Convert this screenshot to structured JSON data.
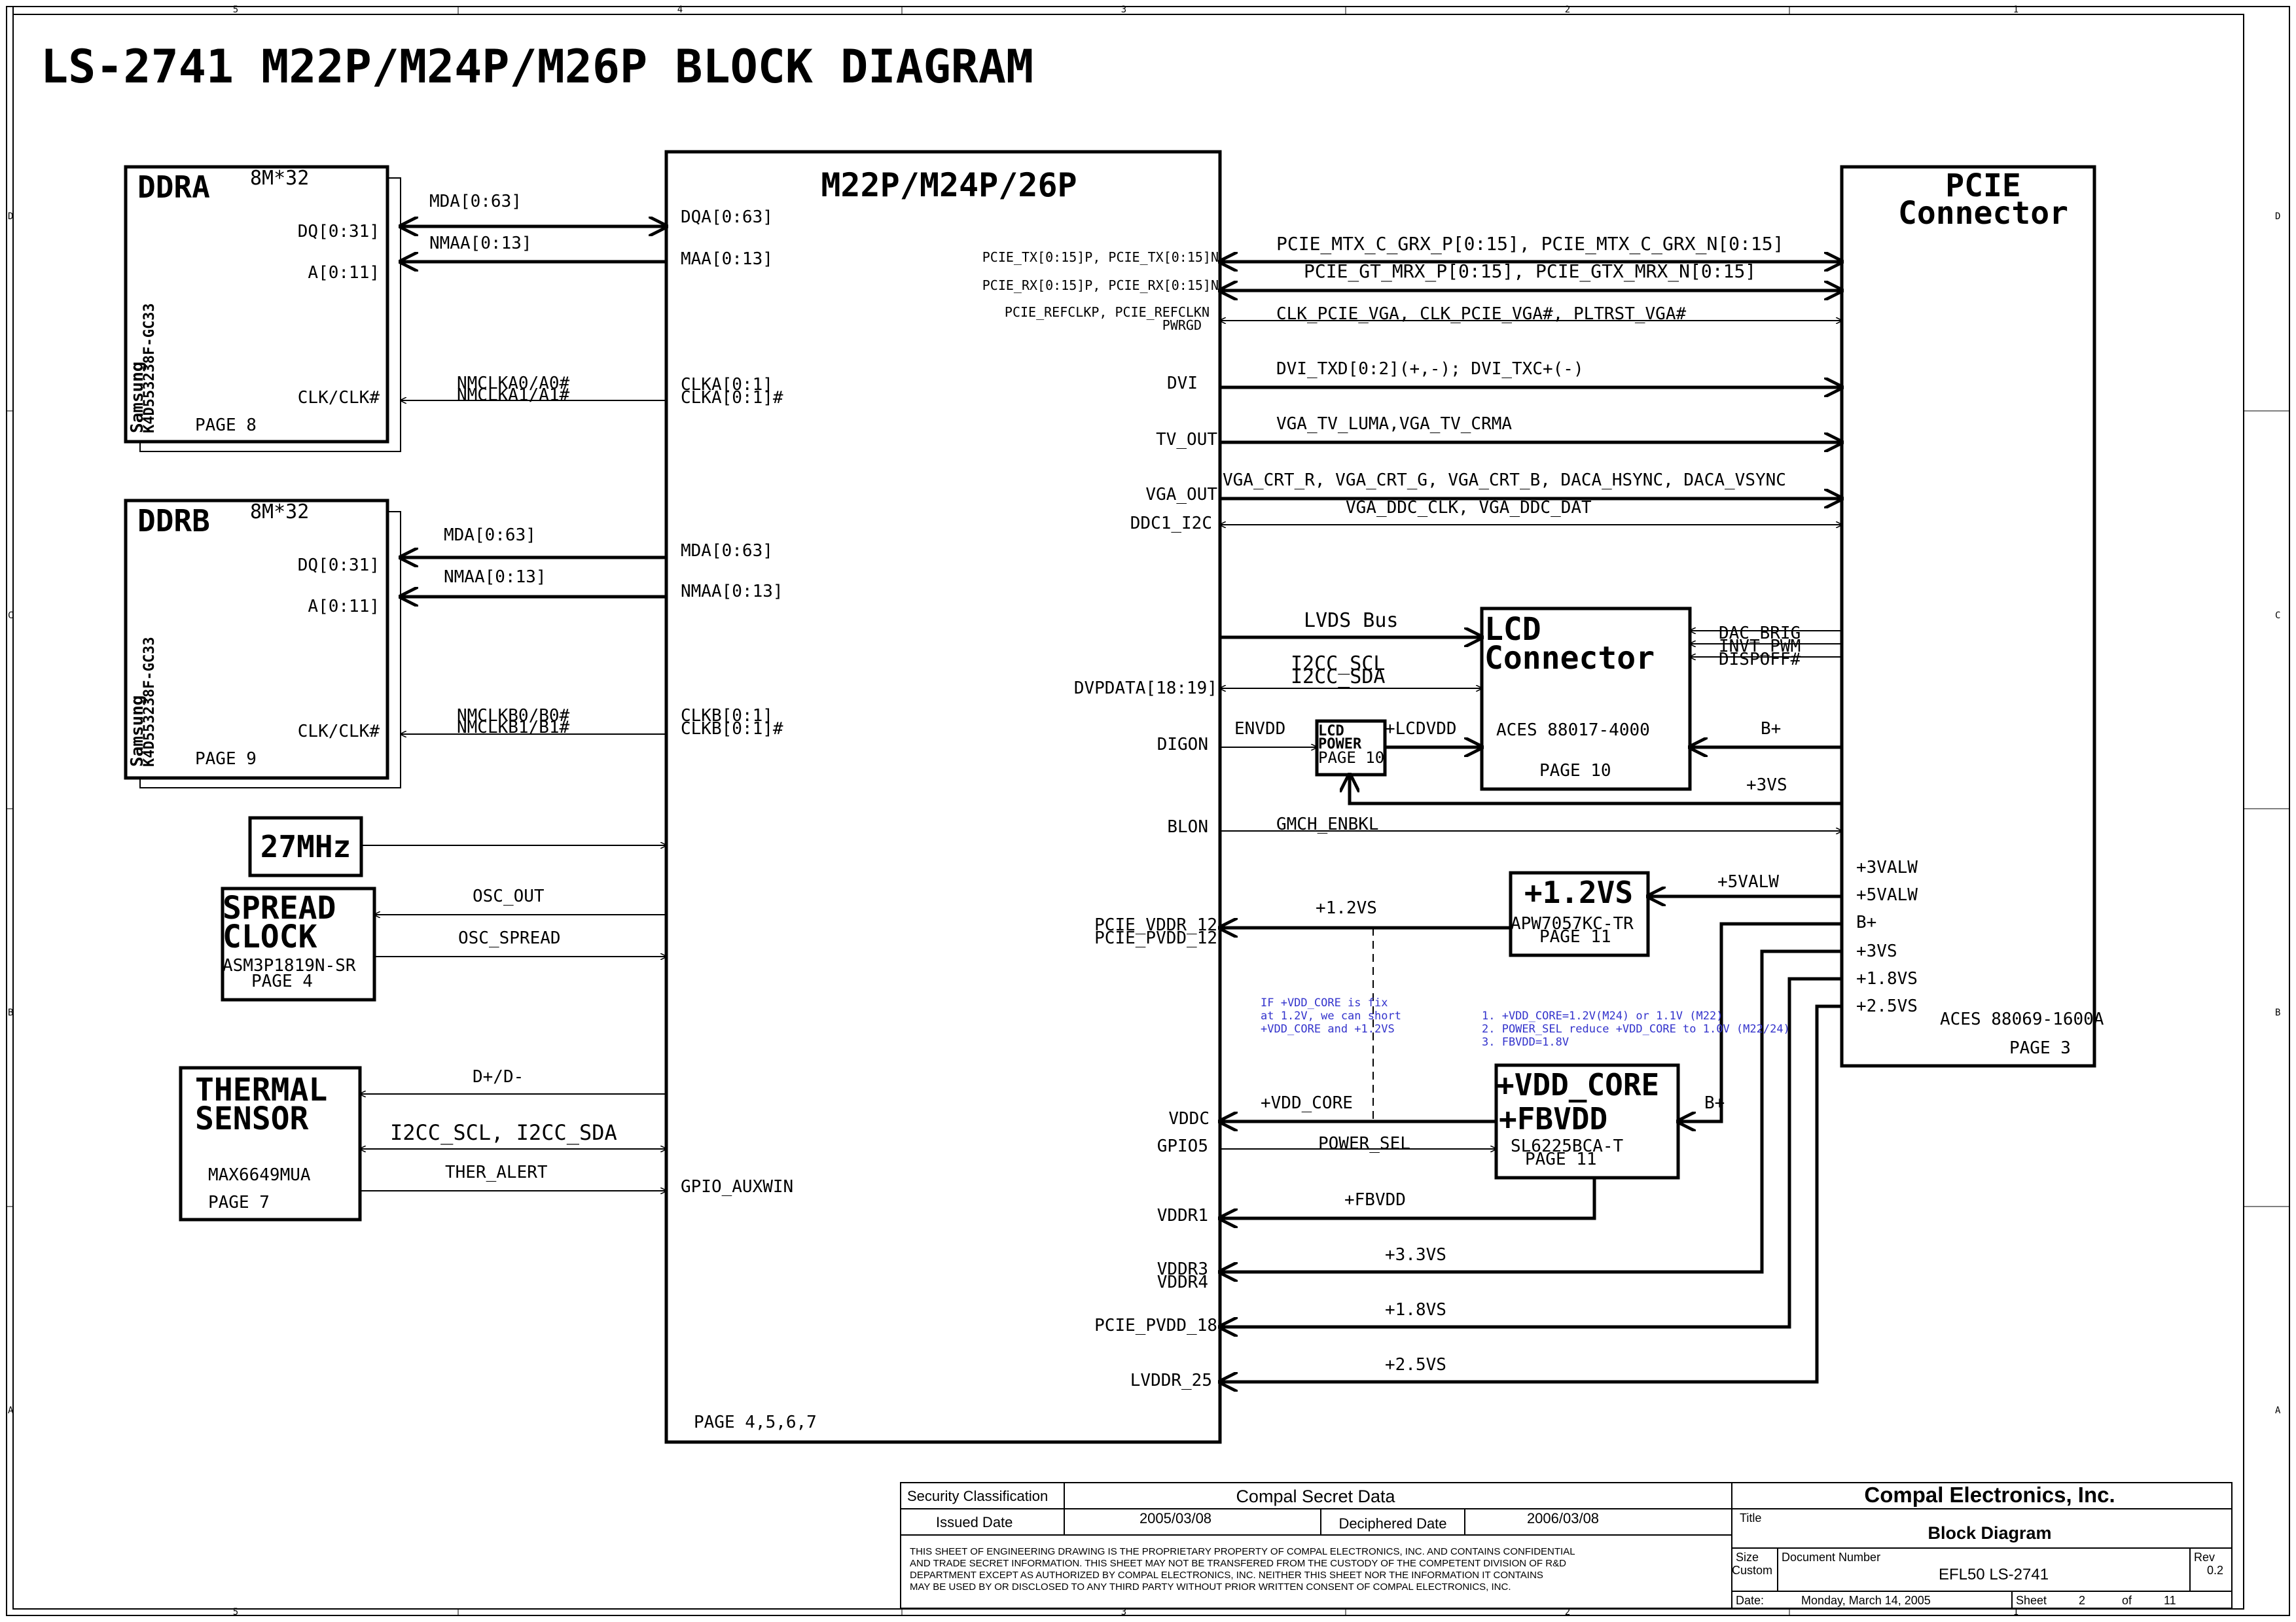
{
  "title": "LS-2741 M22P/M24P/M26P BLOCK DIAGRAM",
  "border": {
    "top_numbers": [
      "5",
      "4",
      "3",
      "2",
      "1"
    ],
    "bottom_numbers": [
      "5",
      "4",
      "3",
      "2",
      "1"
    ],
    "left_letters": [
      "D",
      "C",
      "B",
      "A"
    ],
    "right_letters": [
      "D",
      "C",
      "B",
      "A"
    ]
  },
  "ddra": {
    "name": "DDRA",
    "size": "8M*32",
    "pin_dq": "DQ[0:31]",
    "pin_a": "A[0:11]",
    "pin_clk": "CLK/CLK#",
    "vendor": "Samsung",
    "part": "K4D553238F-GC33",
    "page": "PAGE 8"
  },
  "ddrb": {
    "name": "DDRB",
    "size": "8M*32",
    "pin_dq": "DQ[0:31]",
    "pin_a": "A[0:11]",
    "pin_clk": "CLK/CLK#",
    "vendor": "Samsung",
    "part": "K4D553238F-GC33",
    "page": "PAGE 9"
  },
  "gpu": {
    "name": "M22P/M24P/26P",
    "page": "PAGE 4,5,6,7",
    "left_pins": {
      "dqa": "DQA[0:63]",
      "maa": "MAA[0:13]",
      "clka1": "CLKA[0:1]",
      "clka2": "CLKA[0:1]#",
      "mdb": "MDA[0:63]",
      "nmaab": "NMAA[0:13]",
      "clkb1": "CLKB[0:1]",
      "clkb2": "CLKB[0:1]#",
      "gpio_auxwin": "GPIO_AUXWIN"
    },
    "right_pins": {
      "pcie_tx": "PCIE_TX[0:15]P, PCIE_TX[0:15]N",
      "pcie_rx": "PCIE_RX[0:15]P, PCIE_RX[0:15]N",
      "pcie_refclk": "PCIE_REFCLKP, PCIE_REFCLKN",
      "pwrgd": "PWRGD",
      "dvi": "DVI",
      "tv_out": "TV_OUT",
      "vga_out": "VGA_OUT",
      "ddc1": "DDC1_I2C",
      "dvpdata": "DVPDATA[18:19]",
      "digon": "DIGON",
      "blon": "BLON",
      "pcie_vddr12": "PCIE_VDDR_12",
      "pcie_pvdd12": "PCIE_PVDD_12",
      "vddc": "VDDC",
      "gpio5": "GPIO5",
      "vddr1": "VDDR1",
      "vddr3": "VDDR3",
      "vddr4": "VDDR4",
      "pcie_pvdd18": "PCIE_PVDD_18",
      "lvddr25": "LVDDR_25"
    }
  },
  "signals": {
    "mda_a": "MDA[0:63]",
    "nmaa_a": "NMAA[0:13]",
    "nmclka0": "NMCLKA0/A0#",
    "nmclka1": "NMCLKA1/A1#",
    "mda_b": "MDA[0:63]",
    "nmaa_b": "NMAA[0:13]",
    "nmclkb0": "NMCLKB0/B0#",
    "nmclkb1": "NMCLKB1/B1#",
    "osc_out": "OSC_OUT",
    "osc_spread": "OSC_SPREAD",
    "dplus": "D+/D-",
    "i2cc": "I2CC_SCL, I2CC_SDA",
    "ther_alert": "THER_ALERT",
    "pcie_mtx": "PCIE_MTX_C_GRX_P[0:15], PCIE_MTX_C_GRX_N[0:15]",
    "pcie_gt": "PCIE_GT_MRX_P[0:15], PCIE_GTX_MRX_N[0:15]",
    "clk_pcie": "CLK_PCIE_VGA, CLK_PCIE_VGA#, PLTRST_VGA#",
    "dvi_txd": "DVI_TXD[0:2](+,-); DVI_TXC+(-)",
    "vga_tv": "VGA_TV_LUMA,VGA_TV_CRMA",
    "vga_crt": "VGA_CRT_R, VGA_CRT_G, VGA_CRT_B, DACA_HSYNC, DACA_VSYNC",
    "vga_ddc": "VGA_DDC_CLK, VGA_DDC_DAT",
    "lvds_bus": "LVDS Bus",
    "i2cc_scl": "I2CC_SCL",
    "i2cc_sda": "I2CC_SDA",
    "envdd": "ENVDD",
    "lcdvdd": "+LCDVDD",
    "gmch_enbkl": "GMCH_ENBKL",
    "dac_brig": "DAC_BRIG",
    "invt_pwm": "INVT_PWM",
    "dispoff": "DISPOFF#",
    "bplus_lcd": "B+",
    "p3vs_lcd": "+3VS",
    "p12vs": "+1.2VS",
    "p5valw": "+5VALW",
    "vdd_core_sig": "+VDD_CORE",
    "power_sel": "POWER_SEL",
    "bplus_core": "B+",
    "fbvdd_sig": "+FBVDD",
    "p33vs": "+3.3VS",
    "p18vs": "+1.8VS",
    "p25vs": "+2.5VS"
  },
  "crystal": {
    "label": "27MHz"
  },
  "spread": {
    "name1": "SPREAD",
    "name2": "CLOCK",
    "part": "ASM3P1819N-SR",
    "page": "PAGE 4"
  },
  "thermal": {
    "name1": "THERMAL",
    "name2": "SENSOR",
    "part": "MAX6649MUA",
    "page": "PAGE 7"
  },
  "pcie_conn": {
    "name1": "PCIE",
    "name2": "Connector",
    "rails": [
      "+3VALW",
      "+5VALW",
      "B+",
      "+3VS",
      "+1.8VS",
      "+2.5VS"
    ],
    "part": "ACES 88069-1600A",
    "page": "PAGE 3"
  },
  "lcd_conn": {
    "name1": "LCD",
    "name2": "Connector",
    "part": "ACES 88017-4000",
    "page": "PAGE 10"
  },
  "lcd_power": {
    "name1": "LCD",
    "name2": "POWER",
    "page": "PAGE 10"
  },
  "reg12": {
    "name": "+1.2VS",
    "part": "APW7057KC-TR",
    "page": "PAGE 11"
  },
  "vddcore": {
    "name1": "+VDD_CORE",
    "name2": "+FBVDD",
    "part": "SL6225BCA-T",
    "page": "PAGE 11"
  },
  "notes": {
    "left": [
      "IF +VDD_CORE is fix",
      "at 1.2V, we can short",
      "+VDD_CORE and +1.2VS"
    ],
    "right": [
      "1. +VDD_CORE=1.2V(M24) or 1.1V (M22)",
      "2.  POWER_SEL reduce +VDD_CORE to 1.0V (M22/24)",
      "3.  FBVDD=1.8V"
    ]
  },
  "titleblock": {
    "security_label": "Security Classification",
    "security_value": "Compal Secret Data",
    "issued_label": "Issued Date",
    "issued_value": "2005/03/08",
    "deciphered_label": "Deciphered Date",
    "deciphered_value": "2006/03/08",
    "disclaimer": [
      "THIS SHEET OF ENGINEERING DRAWING IS THE PROPRIETARY PROPERTY OF COMPAL ELECTRONICS, INC. AND CONTAINS CONFIDENTIAL",
      "AND TRADE SECRET INFORMATION. THIS SHEET MAY NOT BE TRANSFERED FROM THE CUSTODY OF THE COMPETENT DIVISION OF R&D",
      "DEPARTMENT EXCEPT AS AUTHORIZED BY COMPAL ELECTRONICS, INC. NEITHER THIS SHEET NOR THE INFORMATION IT CONTAINS",
      "MAY BE USED BY OR DISCLOSED TO ANY THIRD PARTY WITHOUT PRIOR WRITTEN CONSENT OF COMPAL ELECTRONICS, INC."
    ],
    "company": "Compal Electronics, Inc.",
    "title_label": "Title",
    "title_value": "Block Diagram",
    "size_label": "Size",
    "size_value": "Custom",
    "docnum_label": "Document Number",
    "docnum_value": "EFL50 LS-2741",
    "rev_label": "Rev",
    "rev_value": "0.2",
    "date_label": "Date:",
    "date_value": "Monday, March 14, 2005",
    "sheet_label": "Sheet",
    "sheet_value": "2",
    "of_label": "of",
    "of_value": "11"
  },
  "colors": {
    "line": "#000000",
    "note": "#3333cc",
    "background": "#ffffff"
  }
}
